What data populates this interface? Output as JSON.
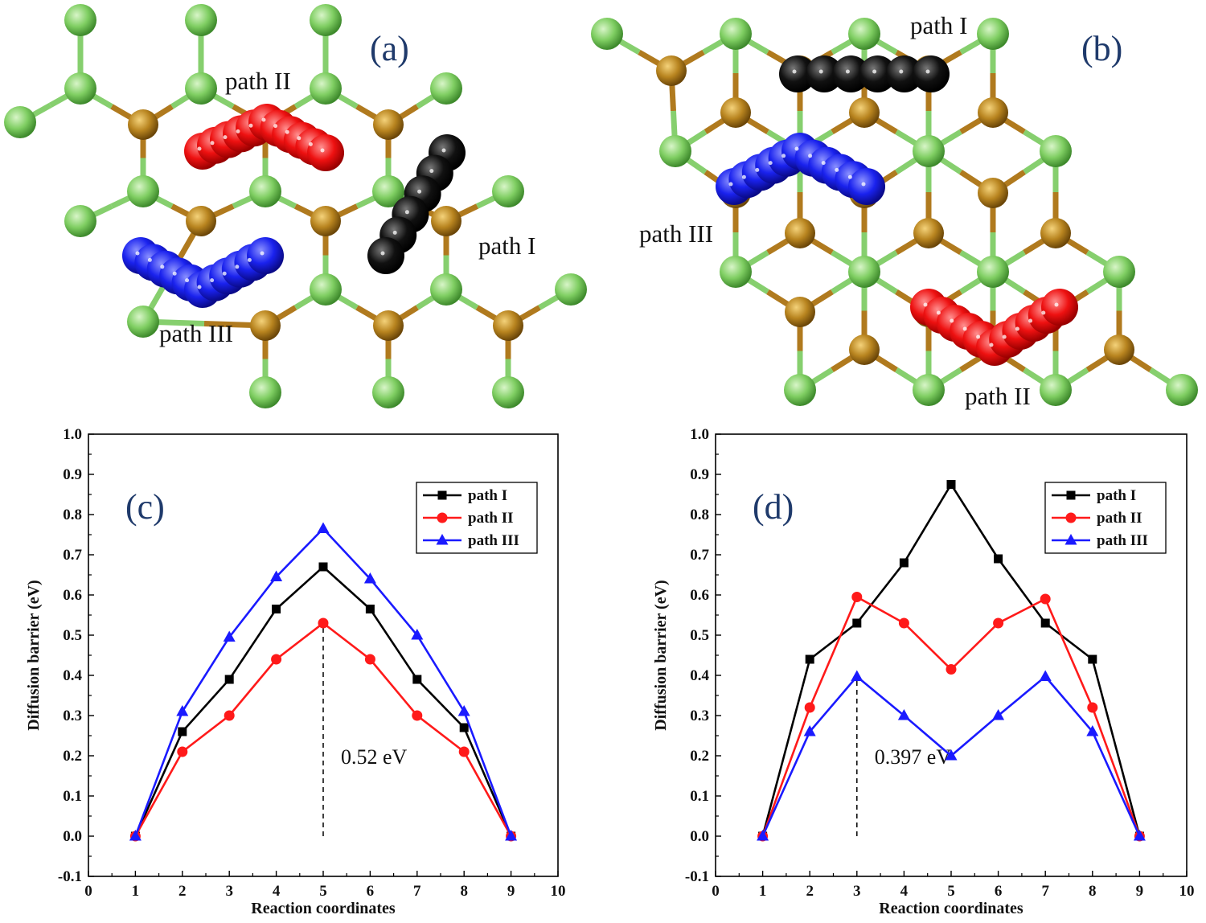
{
  "colors": {
    "bond_green": "#86cf6e",
    "bond_brown": "#b07a1e",
    "atom_green": "#7fce62",
    "atom_brown": "#b8841f",
    "path_black": "#111111",
    "path_red": "#ee1111",
    "path_blue": "#1a22ee",
    "letter_blue": "#1f3a6b",
    "line_I": "#000000",
    "line_II": "#ff1a1a",
    "line_III": "#1a1aff"
  },
  "structures": [
    {
      "letter": "(a)",
      "labels": {
        "path_I": "path I",
        "path_II": "path II",
        "path_III": "path III"
      }
    },
    {
      "letter": "(b)",
      "labels": {
        "path_I": "path I",
        "path_II": "path II",
        "path_III": "path III"
      }
    }
  ],
  "chart_data": [
    {
      "type": "line",
      "panel": "(c)",
      "xlabel": "Reaction coordinates",
      "ylabel": "Diffusion barrier (eV)",
      "xlim": [
        0,
        10
      ],
      "ylim": [
        -0.1,
        1.0
      ],
      "xticks": [
        "0",
        "1",
        "2",
        "3",
        "4",
        "5",
        "6",
        "7",
        "8",
        "9",
        "10"
      ],
      "yticks": [
        "-0.1",
        "0.0",
        "0.1",
        "0.2",
        "0.3",
        "0.4",
        "0.5",
        "0.6",
        "0.7",
        "0.8",
        "0.9",
        "1.0"
      ],
      "legend_position": "upper-right",
      "x": [
        1,
        2,
        3,
        4,
        5,
        6,
        7,
        8,
        9
      ],
      "series": [
        {
          "name": "path I",
          "marker": "square",
          "values": [
            0,
            0.26,
            0.39,
            0.565,
            0.67,
            0.565,
            0.39,
            0.27,
            0
          ]
        },
        {
          "name": "path II",
          "marker": "circle",
          "values": [
            0,
            0.21,
            0.3,
            0.44,
            0.53,
            0.44,
            0.3,
            0.21,
            0
          ]
        },
        {
          "name": "path III",
          "marker": "triangle",
          "values": [
            0,
            0.31,
            0.495,
            0.645,
            0.765,
            0.64,
            0.5,
            0.31,
            0
          ]
        }
      ],
      "annotation": {
        "text": "0.52 eV",
        "x": 5,
        "y_from": 0.0,
        "y_to": 0.53
      }
    },
    {
      "type": "line",
      "panel": "(d)",
      "xlabel": "Reaction coordinates",
      "ylabel": "Diffusion barrier (eV)",
      "xlim": [
        0,
        10
      ],
      "ylim": [
        -0.1,
        1.0
      ],
      "xticks": [
        "0",
        "1",
        "2",
        "3",
        "4",
        "5",
        "6",
        "7",
        "8",
        "9",
        "10"
      ],
      "yticks": [
        "-0.1",
        "0.0",
        "0.1",
        "0.2",
        "0.3",
        "0.4",
        "0.5",
        "0.6",
        "0.7",
        "0.8",
        "0.9",
        "1.0"
      ],
      "legend_position": "upper-right",
      "x": [
        1,
        2,
        3,
        4,
        5,
        6,
        7,
        8,
        9
      ],
      "series": [
        {
          "name": "path I",
          "marker": "square",
          "values": [
            0,
            0.44,
            0.53,
            0.68,
            0.875,
            0.69,
            0.53,
            0.44,
            0
          ]
        },
        {
          "name": "path II",
          "marker": "circle",
          "values": [
            0,
            0.32,
            0.595,
            0.53,
            0.415,
            0.53,
            0.59,
            0.32,
            0
          ]
        },
        {
          "name": "path III",
          "marker": "triangle",
          "values": [
            0,
            0.26,
            0.397,
            0.3,
            0.2,
            0.3,
            0.397,
            0.26,
            0
          ]
        }
      ],
      "annotation": {
        "text": "0.397 eV",
        "x": 3,
        "y_from": 0.0,
        "y_to": 0.397
      }
    }
  ]
}
